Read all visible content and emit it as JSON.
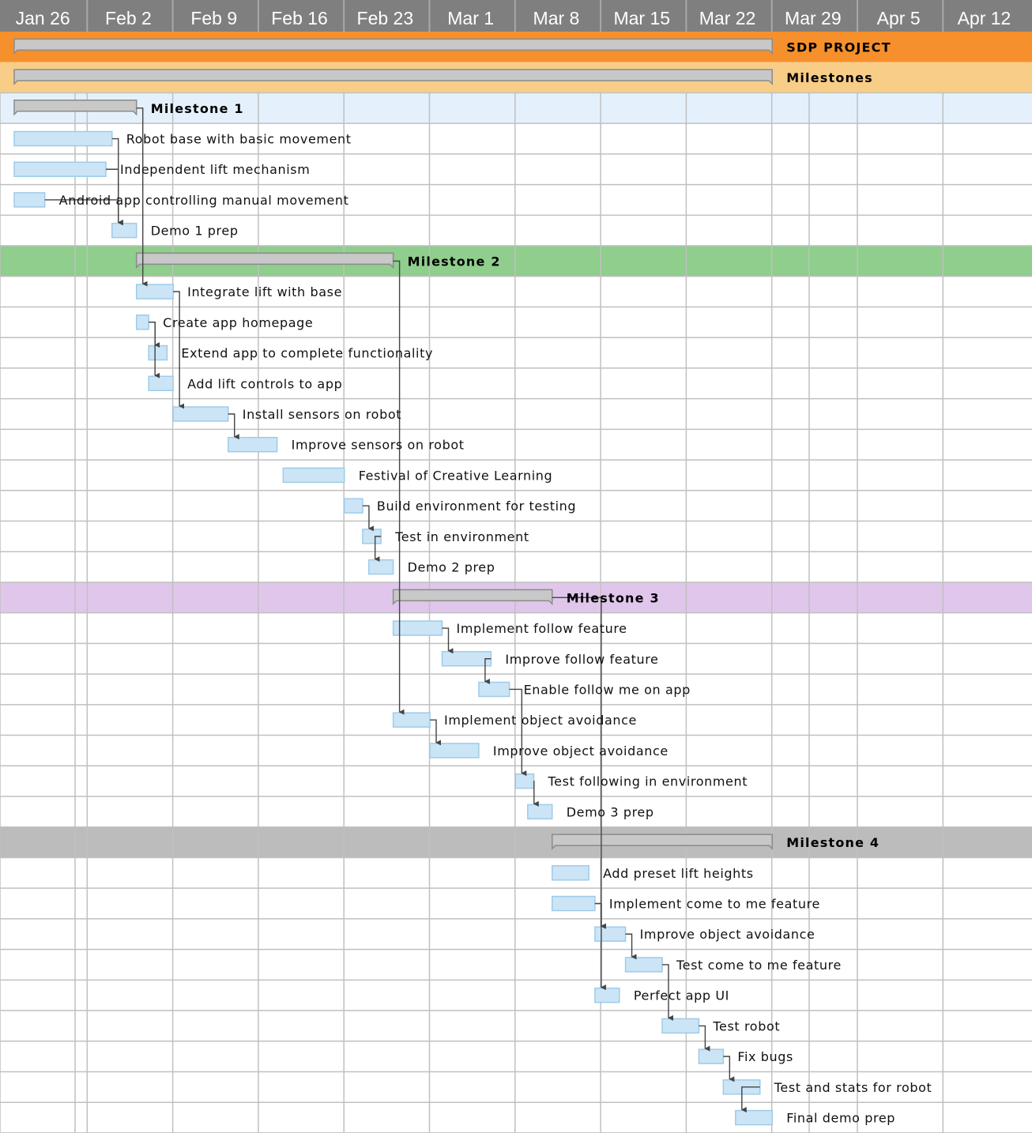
{
  "chart_data": {
    "type": "gantt",
    "title": "",
    "x_axis": {
      "ticks": [
        "Jan 26",
        "Feb 2",
        "Feb 9",
        "Feb 16",
        "Feb 23",
        "Mar 1",
        "Mar 8",
        "Mar 15",
        "Mar 22",
        "Mar 29",
        "Apr 5",
        "Apr 12"
      ]
    },
    "colors": {
      "header_bg": "#7f7f7f",
      "header_divider": "#a8a8a8",
      "project_band": "#f6902c",
      "milestones_band": "#f8cd87",
      "milestone_1_band": "#e4f1fd",
      "milestone_2_band": "#8fce8c",
      "milestone_3_band": "#e1c6eb",
      "milestone_4_band": "#bcbcbc",
      "summary_bar": "#c8c8c8",
      "task_bar": "#cbe5f6",
      "task_bar_border": "#9fcbe8",
      "grid": "#c0c0c0",
      "connector": "#444444"
    },
    "rows": [
      {
        "kind": "project",
        "label": "SDP PROJECT",
        "start": "Jan 26",
        "end": "Mar 29",
        "band": "project_band"
      },
      {
        "kind": "group",
        "label": "Milestones",
        "start": "Jan 26",
        "end": "Mar 29",
        "band": "milestones_band"
      },
      {
        "kind": "milestone",
        "label": "Milestone 1",
        "start": "Jan 26",
        "end": "Feb 5",
        "band": "milestone_1_band"
      },
      {
        "kind": "task",
        "label": "Robot base with basic movement",
        "start": "Jan 26",
        "end": "Feb 3"
      },
      {
        "kind": "task",
        "label": "Independent lift mechanism",
        "start": "Jan 26",
        "end": "Feb 2.5"
      },
      {
        "kind": "task",
        "label": "Android app controlling manual movement",
        "start": "Jan 26",
        "end": "Jan 28.5"
      },
      {
        "kind": "task",
        "label": "Demo 1 prep",
        "start": "Feb 3",
        "end": "Feb 5"
      },
      {
        "kind": "milestone",
        "label": "Milestone 2",
        "start": "Feb 5",
        "end": "Feb 26",
        "band": "milestone_2_band"
      },
      {
        "kind": "task",
        "label": "Integrate lift with base",
        "start": "Feb 5",
        "end": "Feb 8"
      },
      {
        "kind": "task",
        "label": "Create app homepage",
        "start": "Feb 5",
        "end": "Feb 6"
      },
      {
        "kind": "task",
        "label": "Extend app to complete functionality",
        "start": "Feb 6",
        "end": "Feb 7.5"
      },
      {
        "kind": "task",
        "label": "Add lift controls to app",
        "start": "Feb 6",
        "end": "Feb 8"
      },
      {
        "kind": "task",
        "label": "Install sensors on robot",
        "start": "Feb 8",
        "end": "Feb 12.5"
      },
      {
        "kind": "task",
        "label": "Improve sensors on robot",
        "start": "Feb 12.5",
        "end": "Feb 16.5"
      },
      {
        "kind": "task",
        "label": "Festival of Creative Learning",
        "start": "Feb 17",
        "end": "Feb 22"
      },
      {
        "kind": "task",
        "label": "Build environment for testing",
        "start": "Feb 22",
        "end": "Feb 23.5"
      },
      {
        "kind": "task",
        "label": "Test in environment",
        "start": "Feb 23.5",
        "end": "Feb 25"
      },
      {
        "kind": "task",
        "label": "Demo 2 prep",
        "start": "Feb 24",
        "end": "Feb 26"
      },
      {
        "kind": "milestone",
        "label": "Milestone 3",
        "start": "Feb 26",
        "end": "Mar 11",
        "band": "milestone_3_band"
      },
      {
        "kind": "task",
        "label": "Implement follow feature",
        "start": "Feb 26",
        "end": "Mar 2"
      },
      {
        "kind": "task",
        "label": "Improve follow feature",
        "start": "Mar 2",
        "end": "Mar 6"
      },
      {
        "kind": "task",
        "label": "Enable follow me on app",
        "start": "Mar 5",
        "end": "Mar 7.5"
      },
      {
        "kind": "task",
        "label": "Implement object avoidance",
        "start": "Feb 26",
        "end": "Mar 1"
      },
      {
        "kind": "task",
        "label": "Improve object avoidance",
        "start": "Mar 1",
        "end": "Mar 5"
      },
      {
        "kind": "task",
        "label": "Test following in environment",
        "start": "Mar 8",
        "end": "Mar 9.5"
      },
      {
        "kind": "task",
        "label": "Demo 3 prep",
        "start": "Mar 9",
        "end": "Mar 11"
      },
      {
        "kind": "milestone",
        "label": "Milestone 4",
        "start": "Mar 11",
        "end": "Mar 29",
        "band": "milestone_4_band"
      },
      {
        "kind": "task",
        "label": "Add preset lift heights",
        "start": "Mar 11",
        "end": "Mar 14"
      },
      {
        "kind": "task",
        "label": "Implement come to me feature",
        "start": "Mar 11",
        "end": "Mar 14.5"
      },
      {
        "kind": "task",
        "label": "Improve object avoidance",
        "start": "Mar 14.5",
        "end": "Mar 17"
      },
      {
        "kind": "task",
        "label": "Test come to me feature",
        "start": "Mar 17",
        "end": "Mar 20"
      },
      {
        "kind": "task",
        "label": "Perfect app UI",
        "start": "Mar 14.5",
        "end": "Mar 16.5"
      },
      {
        "kind": "task",
        "label": "Test robot",
        "start": "Mar 20",
        "end": "Mar 23"
      },
      {
        "kind": "task",
        "label": "Fix bugs",
        "start": "Mar 23",
        "end": "Mar 25"
      },
      {
        "kind": "task",
        "label": "Test and stats for robot",
        "start": "Mar 25",
        "end": "Mar 28"
      },
      {
        "kind": "task",
        "label": "Final demo prep",
        "start": "Mar 26",
        "end": "Mar 29"
      }
    ],
    "dependencies": [
      [
        3,
        6
      ],
      [
        4,
        6
      ],
      [
        5,
        6
      ],
      [
        2,
        8
      ],
      [
        9,
        10
      ],
      [
        9,
        11
      ],
      [
        8,
        12
      ],
      [
        12,
        13
      ],
      [
        15,
        16
      ],
      [
        16,
        17
      ],
      [
        7,
        22
      ],
      [
        19,
        20
      ],
      [
        20,
        21
      ],
      [
        22,
        23
      ],
      [
        21,
        24
      ],
      [
        24,
        25
      ],
      [
        18,
        29
      ],
      [
        28,
        29
      ],
      [
        28,
        31
      ],
      [
        29,
        30
      ],
      [
        30,
        32
      ],
      [
        32,
        33
      ],
      [
        33,
        34
      ],
      [
        34,
        35
      ]
    ]
  }
}
